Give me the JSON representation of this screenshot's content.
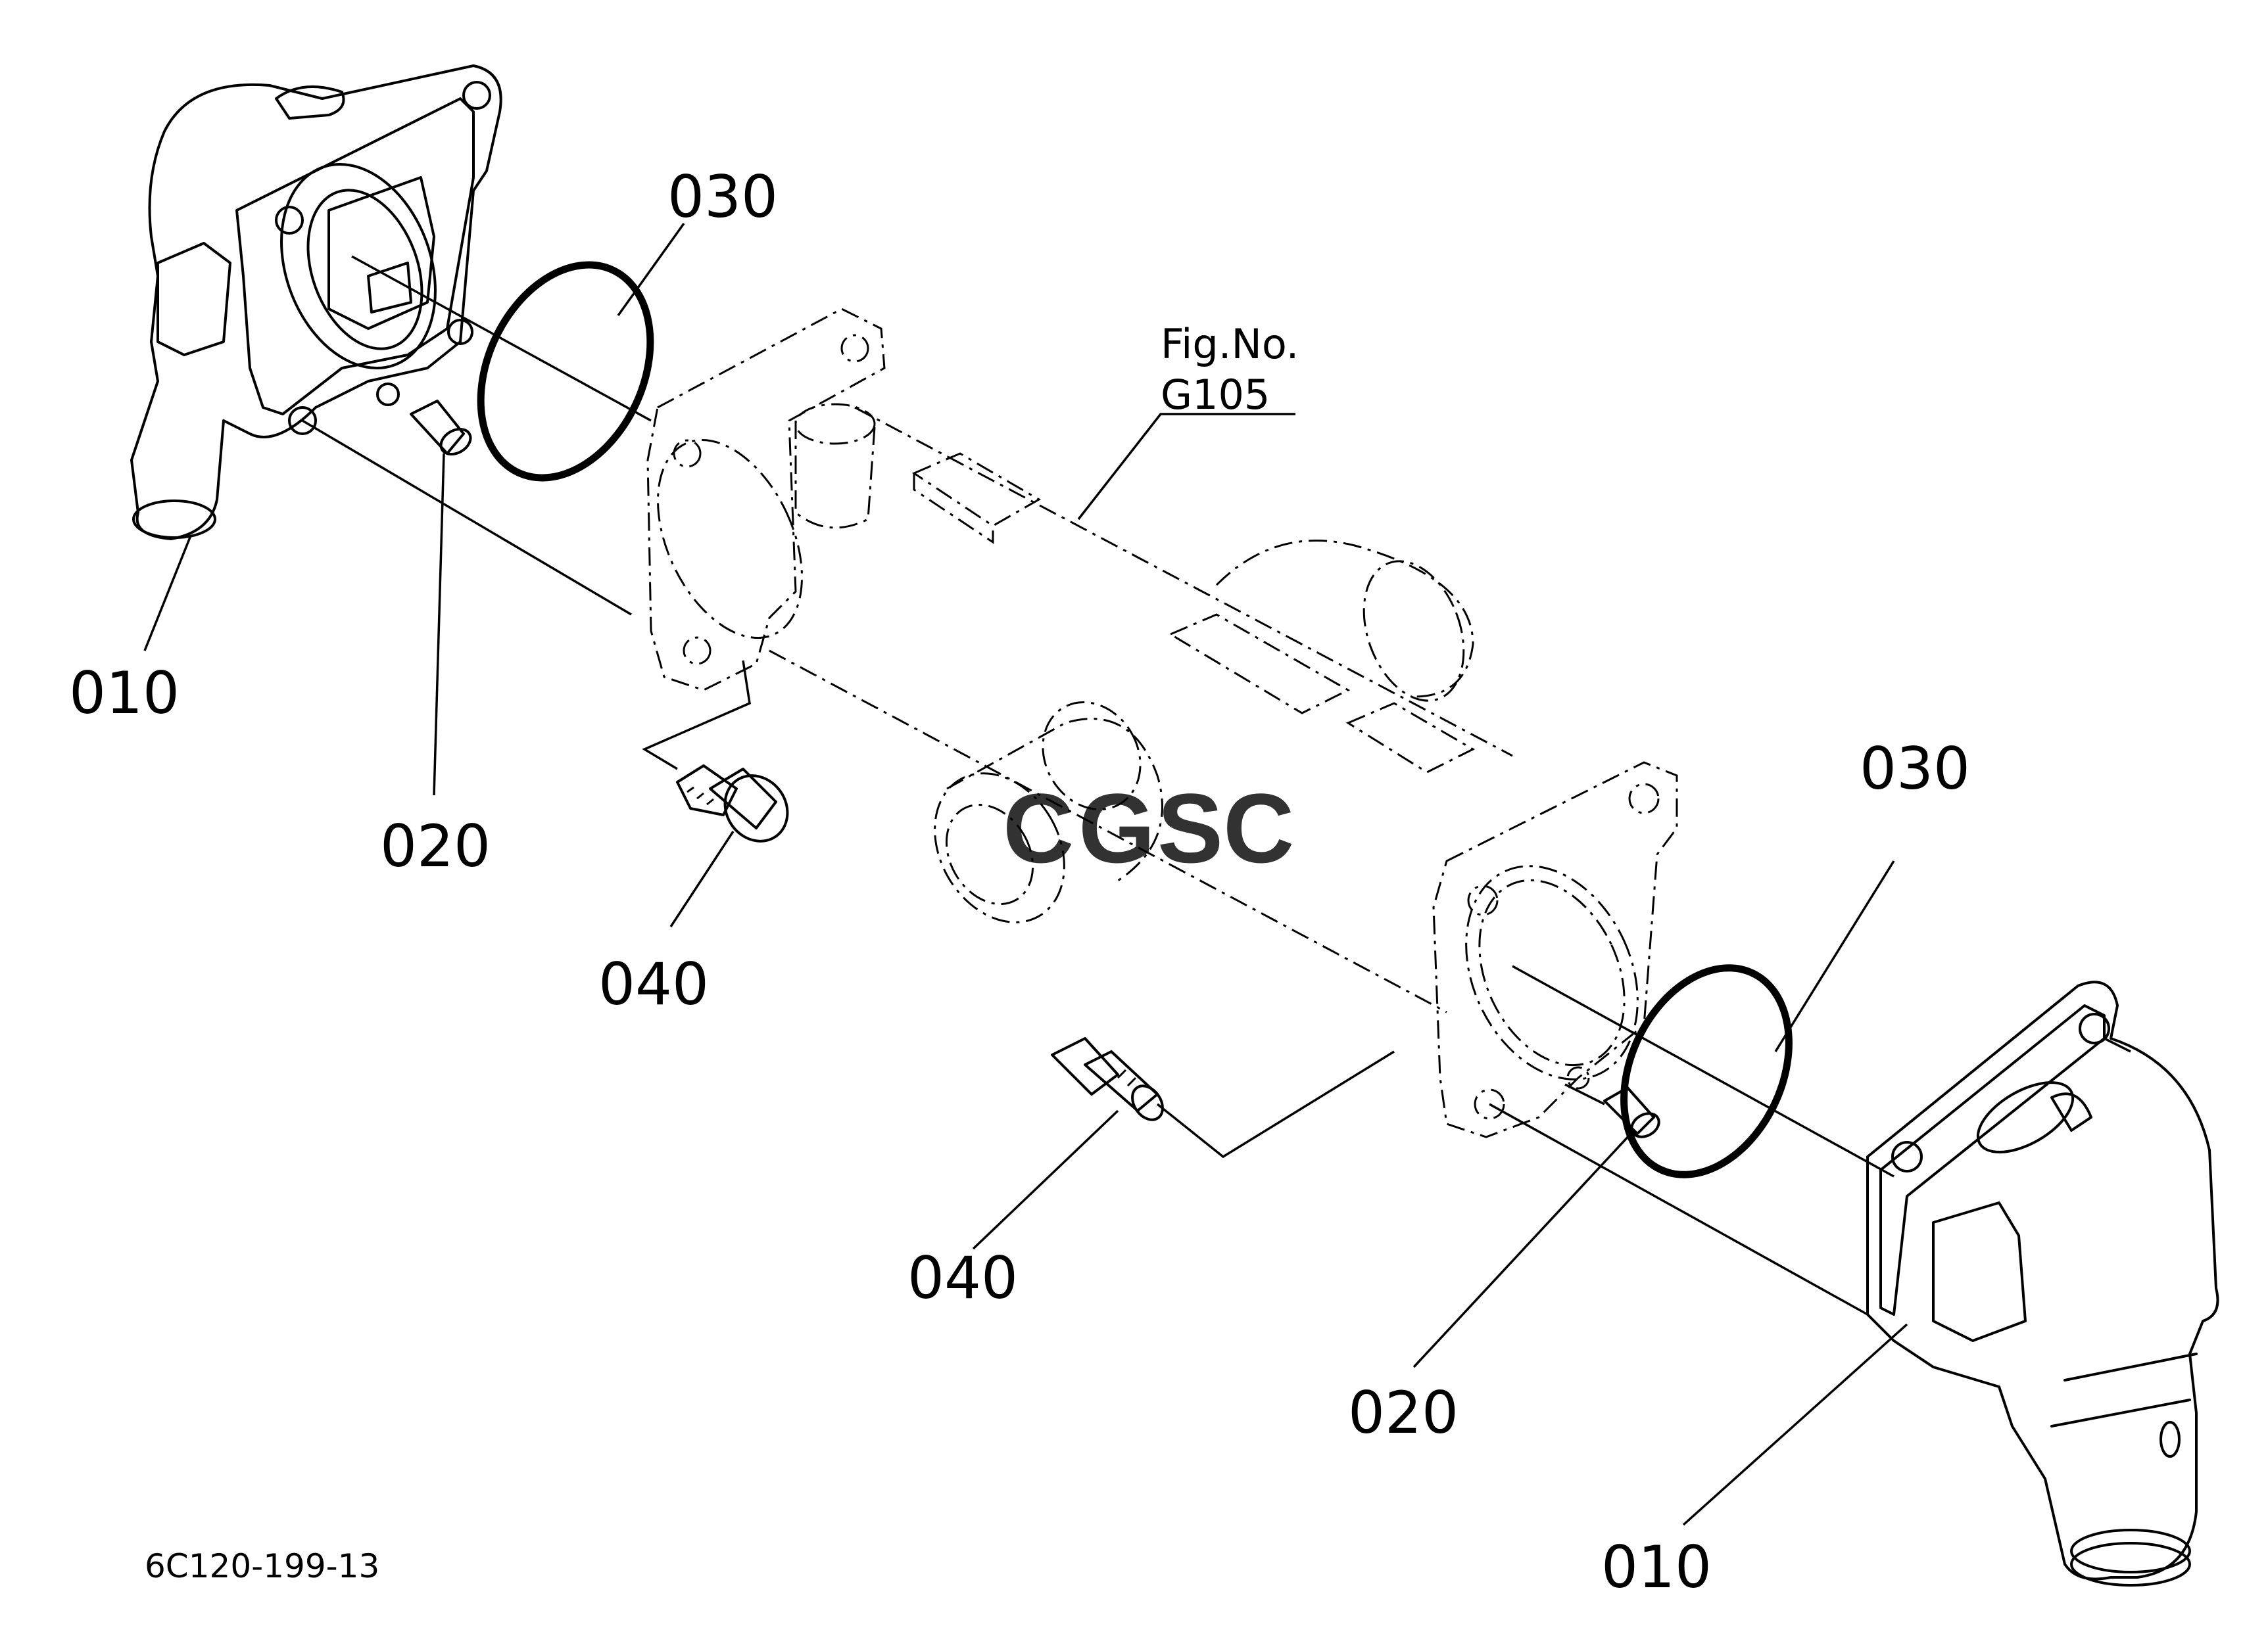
{
  "labels": {
    "part_010": "010",
    "part_020": "020",
    "part_030": "030",
    "part_040": "040"
  },
  "figure_reference": {
    "line1": "Fig.No.",
    "line2": "G105"
  },
  "drawing_code": "6C120-199-13",
  "watermark": {
    "letters": [
      "C",
      "G",
      "S",
      "C"
    ],
    "colors": [
      "#4A90E2",
      "#E94B3C",
      "#F5C518",
      "#4CAF7D"
    ]
  }
}
